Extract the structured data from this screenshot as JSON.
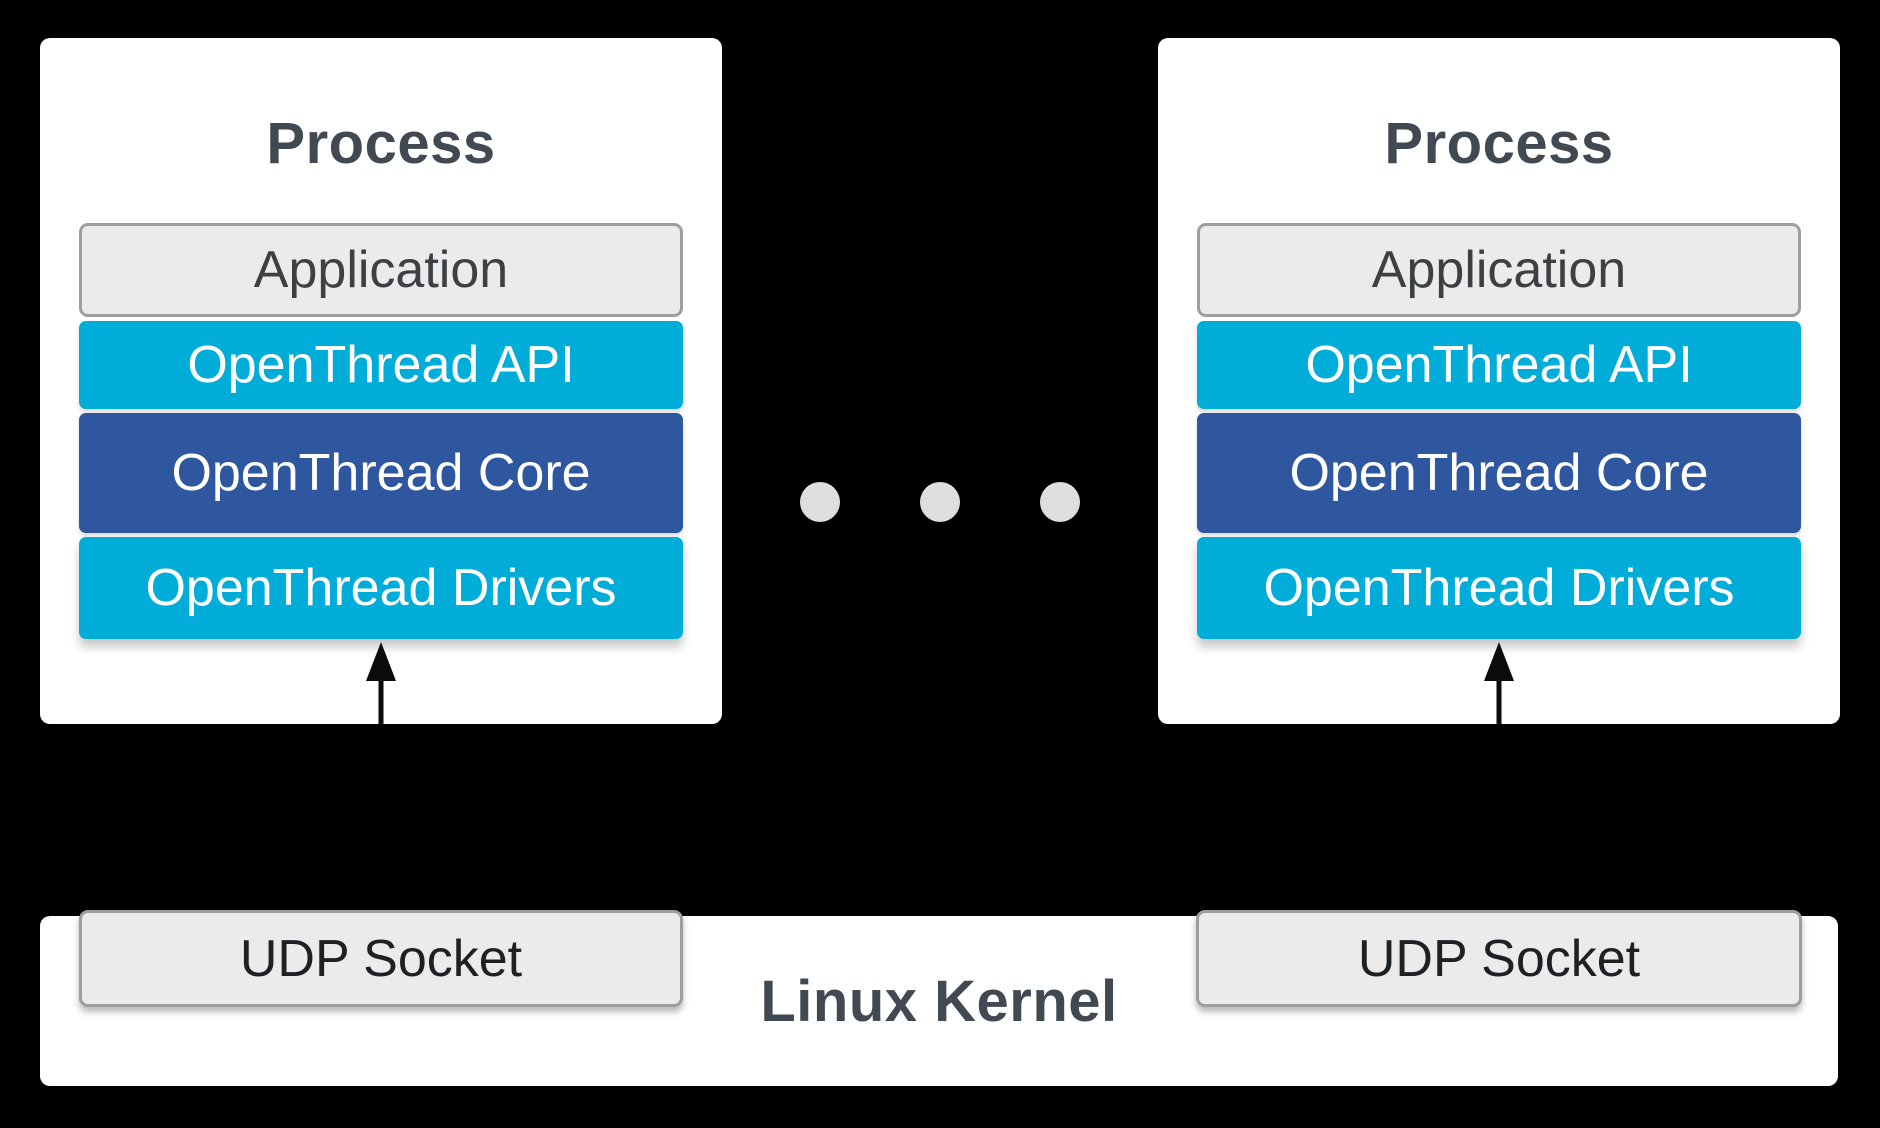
{
  "processes": [
    {
      "title": "Process",
      "layers": [
        {
          "label": "Application"
        },
        {
          "label": "OpenThread API"
        },
        {
          "label": "OpenThread Core"
        },
        {
          "label": "OpenThread Drivers"
        }
      ]
    },
    {
      "title": "Process",
      "layers": [
        {
          "label": "Application"
        },
        {
          "label": "OpenThread API"
        },
        {
          "label": "OpenThread Core"
        },
        {
          "label": "OpenThread Drivers"
        }
      ]
    }
  ],
  "ellipsis": {
    "dot_count": 3
  },
  "kernel": {
    "label": "Linux Kernel",
    "sockets": [
      {
        "label": "UDP Socket"
      },
      {
        "label": "UDP Socket"
      }
    ]
  },
  "colors": {
    "background": "#000000",
    "card": "#FFFFFF",
    "cyan_layer": "#00ACD8",
    "core_layer": "#2E57A0",
    "gray_box_fill": "#EBEBEB",
    "gray_box_border": "#9E9E9E",
    "title_text": "#414A52",
    "layer_text_light": "#FFFFFF",
    "application_text": "#3C4043",
    "udp_text": "#1E2124",
    "dot": "#DEDEDE",
    "arrow": "#0B0B0B"
  }
}
